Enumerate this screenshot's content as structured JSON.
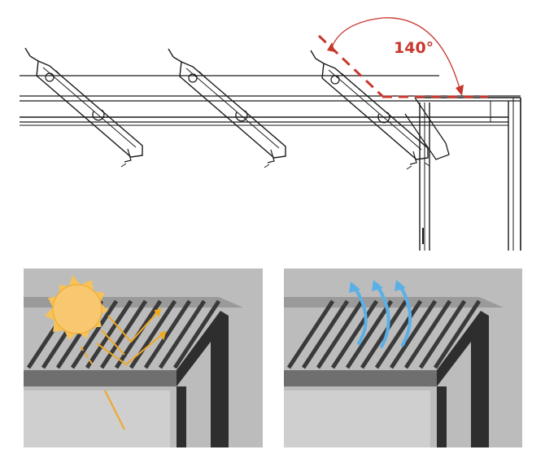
{
  "diagram": {
    "angle_label": "140°",
    "colors": {
      "line": "#1a1a1a",
      "angle_marker": "#c8372d",
      "panel_background": "#bcbcbc",
      "frame": "#2e2e2e",
      "sun": "#f6c25a",
      "sun_rays": "#f0a820",
      "airflow": "#5ab0e6"
    },
    "panels": [
      {
        "id": "sunlight-reflection",
        "icon": "sun-icon"
      },
      {
        "id": "air-ventilation",
        "icon": "airflow-arrows-icon"
      }
    ]
  }
}
